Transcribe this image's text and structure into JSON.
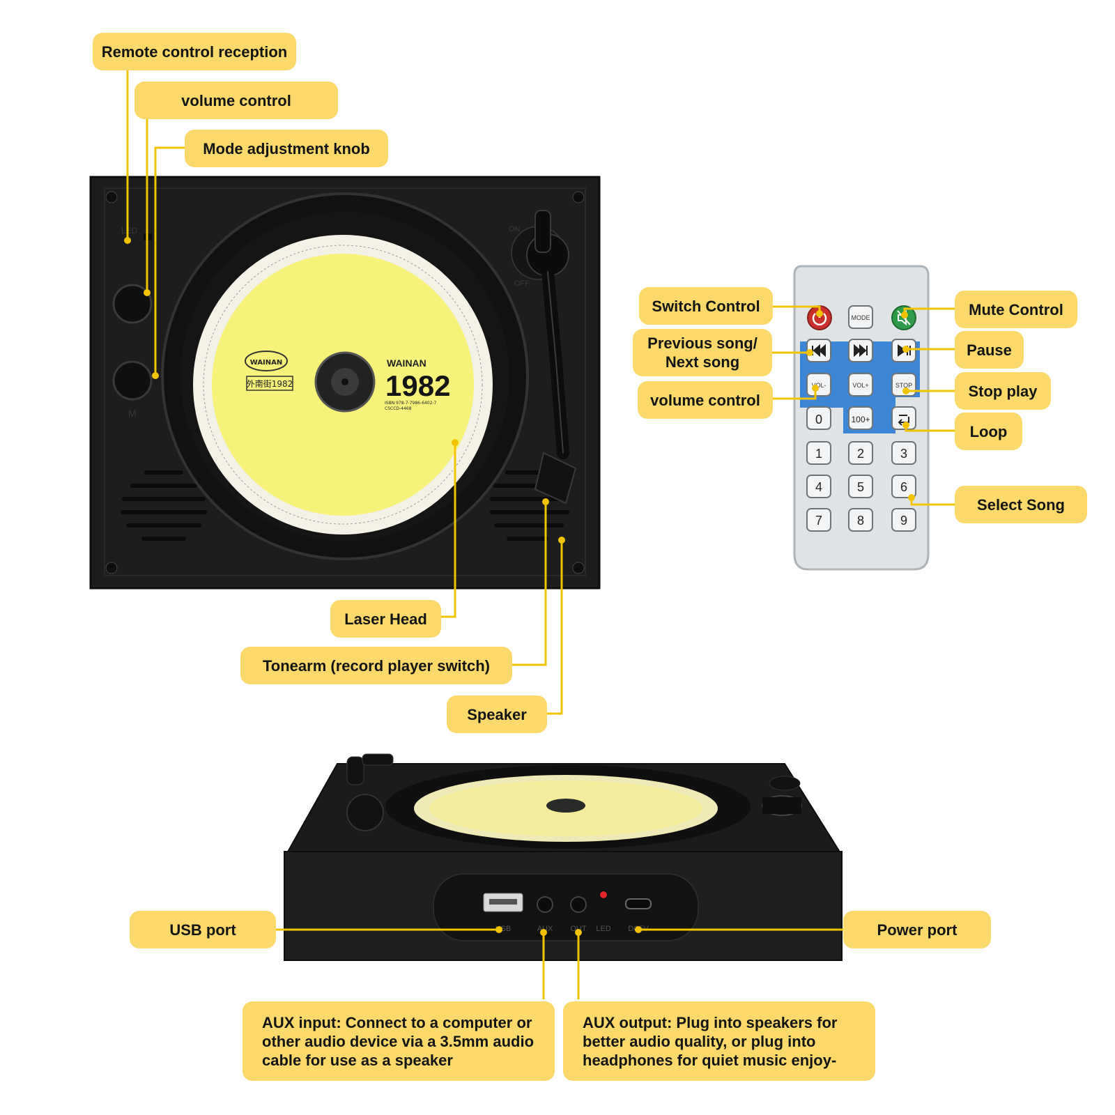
{
  "colors": {
    "accent": "#fbd96a",
    "line": "#f2c300",
    "device": "#1d1d1d",
    "disc": "#f6f27a",
    "remote": "#dfe3e6",
    "remote_blue": "#3d86d6"
  },
  "labels": {
    "remote_reception": "Remote control reception",
    "volume_control_top": "volume control",
    "mode_knob": "Mode adjustment knob",
    "switch_control": "Switch Control",
    "prev_next": "Previous song/\nNext song",
    "volume_control_remote": "volume control",
    "mute_control": "Mute Control",
    "pause": "Pause",
    "stop_play": "Stop play",
    "loop": "Loop",
    "select_song": "Select Song",
    "laser_head": "Laser Head",
    "tonearm": "Tonearm (record player switch)",
    "speaker": "Speaker",
    "usb_port": "USB port",
    "power_port": "Power port",
    "aux_input": "AUX input: Connect to a computer or\nother audio device via a 3.5mm audio\ncable for use as a speaker",
    "aux_output": "AUX output: Plug into speakers for\nbetter audio quality, or plug into\nheadphones for quiet music enjoy-"
  },
  "disc": {
    "brand": "WAINAN",
    "year": "1982",
    "isbn": "ISBN 978-7-7986-6402-7",
    "code": "CSCCD-4468",
    "sticker": "外南街1982"
  },
  "device_marks": {
    "on": "ON",
    "off": "OFF",
    "led": "LED",
    "mode": "M"
  },
  "ports": {
    "usb": "USB",
    "aux": "AUX",
    "out": "OUT",
    "led": "LED",
    "dc": "DC5V"
  },
  "remote": {
    "mode": "MODE",
    "vol_minus": "VOL-",
    "vol_plus": "VOL+",
    "stop": "STOP",
    "hundred": "100+",
    "digits": [
      "0",
      "1",
      "2",
      "3",
      "4",
      "5",
      "6",
      "7",
      "8",
      "9"
    ]
  },
  "icons": [
    "power-icon",
    "mute-icon",
    "prev-icon",
    "next-icon",
    "play-pause-icon",
    "loop-icon"
  ]
}
